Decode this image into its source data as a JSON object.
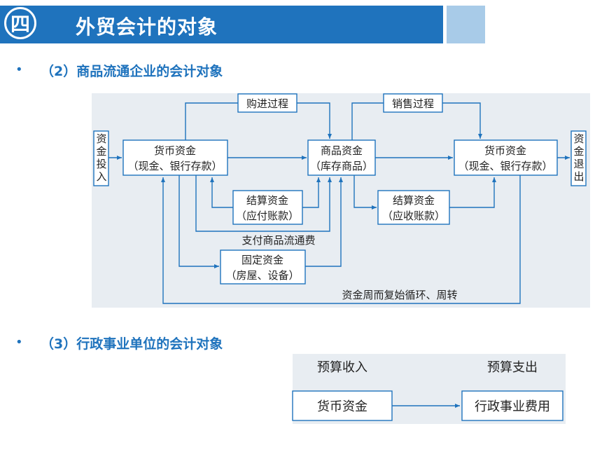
{
  "header": {
    "badge": "四",
    "title": "外贸会计的对象"
  },
  "section2": {
    "bullet": "•",
    "heading": "（2）商品流通企业的会计对象"
  },
  "section3": {
    "bullet": "•",
    "heading": "（3）行政事业单位的会计对象"
  },
  "diagram1": {
    "input": [
      "资",
      "金",
      "投",
      "入"
    ],
    "output": [
      "资",
      "金",
      "退",
      "出"
    ],
    "cash1": [
      "货币资金",
      "（现金、银行存款）"
    ],
    "goods": [
      "商品资金",
      "（库存商品）"
    ],
    "cash2": [
      "货币资金",
      "（现金、银行存款）"
    ],
    "settle_pay": [
      "结算资金",
      "（应付账款）"
    ],
    "settle_recv": [
      "结算资金",
      "（应收账款）"
    ],
    "fixed": [
      "固定资金",
      "（房屋、设备）"
    ],
    "purchase": "购进过程",
    "sales": "销售过程",
    "expense": "支付商品流通费",
    "cycle": "资金周而复始循环、周转"
  },
  "diagram2": {
    "income": "预算收入",
    "spend": "预算支出",
    "cash": "货币资金",
    "admin": "行政事业费用"
  }
}
